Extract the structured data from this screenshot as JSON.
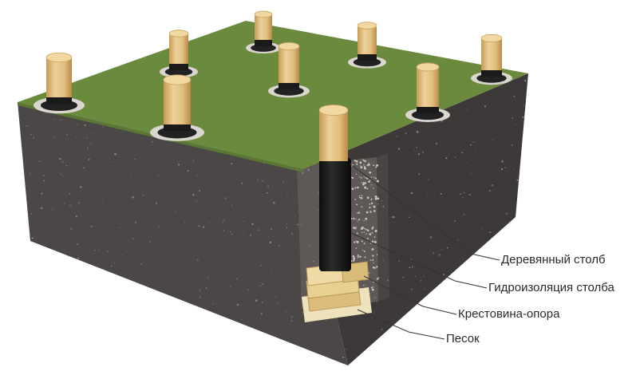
{
  "labels": [
    "Деревянный столб",
    "Гидроизоляция столба",
    "Крестовина-опора",
    "Песок"
  ],
  "colors": {
    "grass": "#6a8a3e",
    "grass_dark": "#5a7734",
    "soil_front": "#4b4746",
    "soil_right": "#3f3b3a",
    "wood": "#e3c184",
    "wood_end": "#f0d8a0",
    "waterproofing": "#1c1c1c",
    "sand": "#eee2bd",
    "cross_block": "#e8cf92",
    "leader_line": "#333333"
  },
  "icons": [
    "wooden-post-icon",
    "waterproofing-sleeve-icon",
    "cross-support-icon",
    "sand-bed-icon"
  ]
}
